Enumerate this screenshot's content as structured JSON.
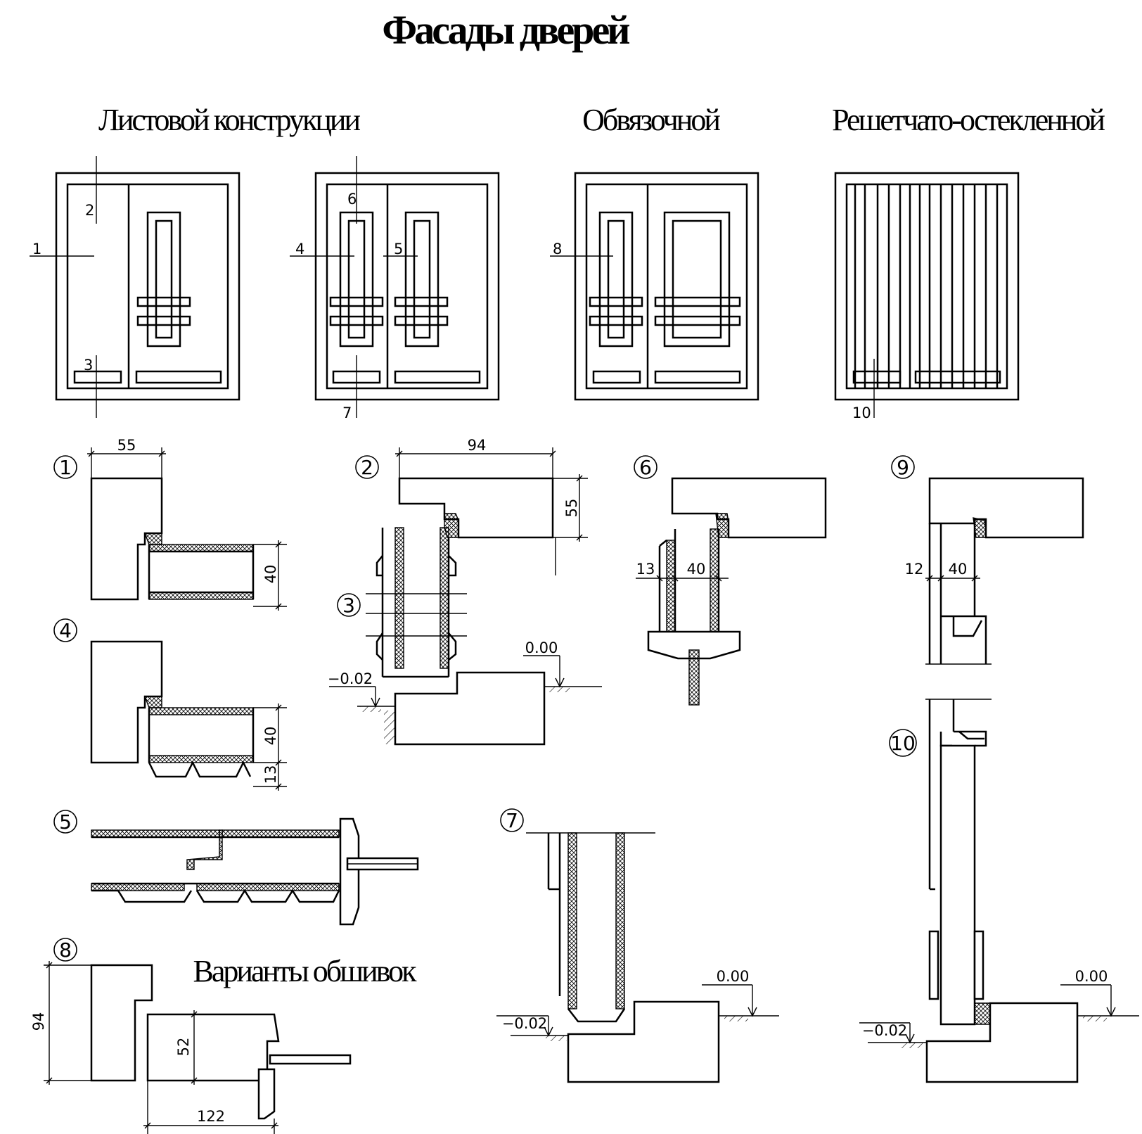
{
  "title": "Фасады дверей",
  "subtitle_sheet": "Листовой  конструкции",
  "subtitle_framed": "Обвязочной",
  "subtitle_glazed": "Решетчато-остекленной",
  "subtitle_sheathing": "Варианты обшивок",
  "facade_callouts": [
    "1",
    "2",
    "3",
    "4",
    "5",
    "6",
    "7",
    "8",
    "10"
  ],
  "detail_markers": [
    "1",
    "2",
    "3",
    "4",
    "5",
    "6",
    "7",
    "8",
    "9",
    "10"
  ],
  "dimensions": {
    "d1_width": "55",
    "d1_thick": "40",
    "d2_width": "94",
    "d2_height": "55",
    "d4_thick": "40",
    "d4_sheath": "13",
    "d6_sheath": "13",
    "d6_thick": "40",
    "d9_sheath": "12",
    "d9_thick": "40",
    "d8_height": "94",
    "d8_profile": "52",
    "d8_width": "122"
  },
  "levels": {
    "zero": "0.00",
    "minus": "−0.02"
  }
}
